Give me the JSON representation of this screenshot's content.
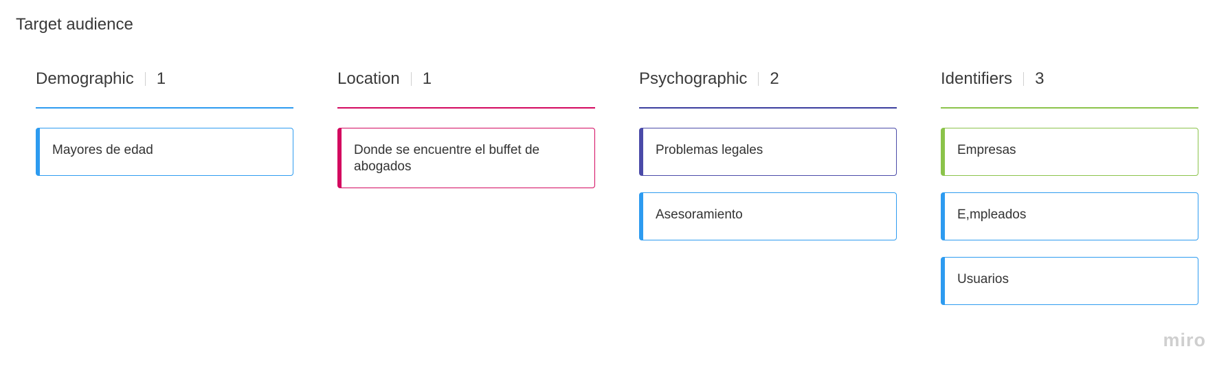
{
  "board": {
    "title": "Target audience"
  },
  "columns": [
    {
      "title": "Demographic",
      "count": "1",
      "accent": "#2d9bf0",
      "cards": [
        {
          "text": "Mayores de edad",
          "accent": "#2d9bf0"
        }
      ]
    },
    {
      "title": "Location",
      "count": "1",
      "accent": "#d3085f",
      "cards": [
        {
          "text": "Donde se encuentre el buffet de abogados",
          "accent": "#d3085f"
        }
      ]
    },
    {
      "title": "Psychographic",
      "count": "2",
      "accent": "#3b3e9e",
      "cards": [
        {
          "text": "Problemas legales",
          "accent": "#4a4aa8"
        },
        {
          "text": "Asesoramiento",
          "accent": "#2d9bf0"
        }
      ]
    },
    {
      "title": "Identifiers",
      "count": "3",
      "accent": "#8bc34a",
      "cards": [
        {
          "text": "Empresas",
          "accent": "#8bc34a"
        },
        {
          "text": "E,mpleados",
          "accent": "#2d9bf0"
        },
        {
          "text": "Usuarios",
          "accent": "#2d9bf0"
        }
      ]
    }
  ],
  "watermark": {
    "text": "miro"
  }
}
